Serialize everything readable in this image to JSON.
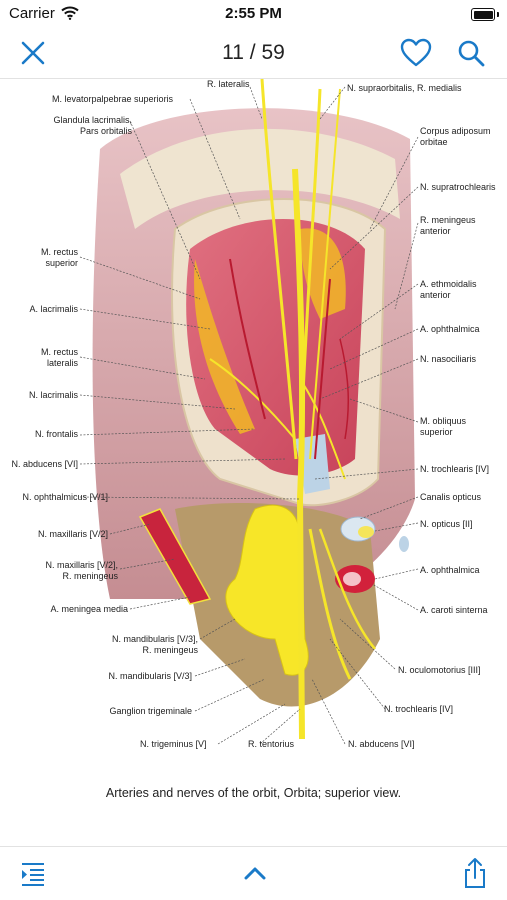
{
  "status_bar": {
    "carrier": "Carrier",
    "time": "2:55 PM"
  },
  "nav": {
    "counter": "11 / 59"
  },
  "icons": {
    "close": "close-icon",
    "favorite": "heart-icon",
    "search": "search-icon",
    "contents": "indent-list-icon",
    "expand": "chevron-up-icon",
    "share": "share-icon"
  },
  "colors": {
    "accent": "#1a7ac8"
  },
  "figure": {
    "labels": [
      "R. lateralis",
      "N. supraorbitalis, R. medialis",
      "M. levatorpalpebrae superioris",
      "Glandula lacrimalis,\nPars orbitalis",
      "Corpus adiposum\norbitae",
      "N. supratrochlearis",
      "R. meningeus\nanterior",
      "M. rectus\nsuperior",
      "A. ethmoidalis\nanterior",
      "A. lacrimalis",
      "A. ophthalmica",
      "M. rectus\nlateralis",
      "N. nasociliaris",
      "N. lacrimalis",
      "M. obliquus\nsuperior",
      "N. frontalis",
      "N. abducens [VI]",
      "N. trochlearis [IV]",
      "N. ophthalmicus [V/1]",
      "Canalis opticus",
      "N. maxillaris [V/2]",
      "N. opticus [II]",
      "N. maxillaris [V/2],\nR. meningeus",
      "A. ophthalmica",
      "A. meningea media",
      "A. caroti sinterna",
      "N. mandibularis [V/3],\nR. meningeus",
      "N. oculomotorius [III]",
      "N. mandibularis [V/3]",
      "N. trochlearis [IV]",
      "Ganglion trigeminale",
      "N. trigeminus [V]",
      "R. tentorius",
      "N. abducens [VI]"
    ]
  },
  "caption": "Arteries and nerves of the orbit, Orbita; superior view."
}
